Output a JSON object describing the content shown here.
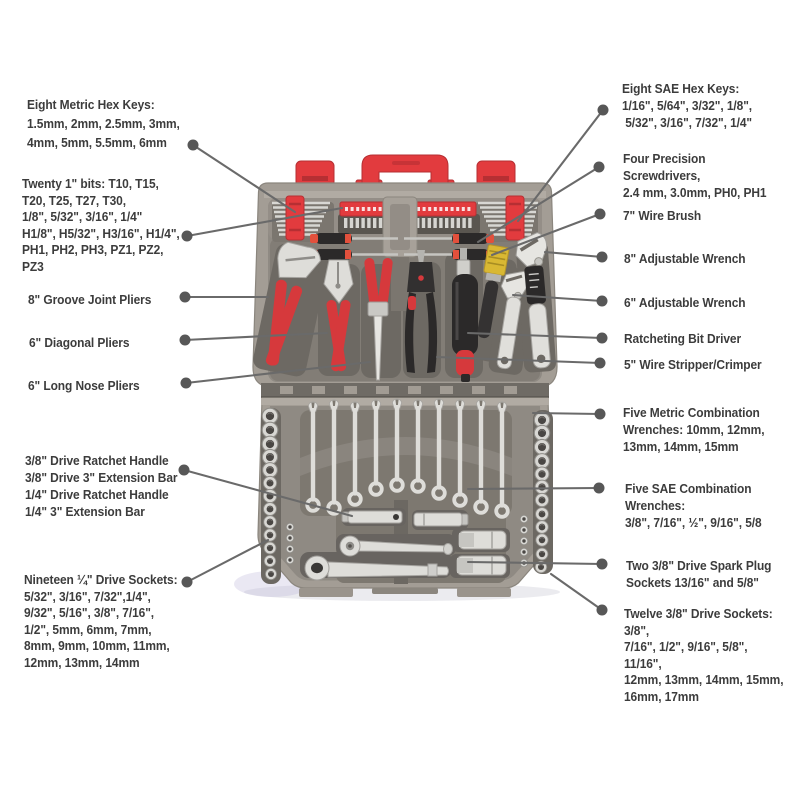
{
  "image": {
    "alt": "Opened household tool kit case with callout labels identifying each tool",
    "colors": {
      "background": "#ffffff",
      "label_text": "#3c3c3c",
      "leader_line": "#6a6a6a",
      "case_gray": "#a39d95",
      "foam_gray": "#8f8a83",
      "accent_red": "#e23b3e",
      "chrome": "#deddd9",
      "brush_yellow": "#d9b833"
    }
  },
  "callouts": {
    "left": [
      {
        "name": "metric-hex-keys",
        "text": "Eight Metric Hex Keys:\n1.5mm, 2mm, 2.5mm, 3mm,\n4mm, 5mm, 5.5mm, 6mm"
      },
      {
        "name": "twenty-bits",
        "text": "Twenty 1\" bits: T10, T15,\nT20, T25, T27, T30,\n1/8\", 5/32\", 3/16\", 1/4\"\nH1/8\", H5/32\", H3/16\", H1/4\",\nPH1, PH2, PH3, PZ1, PZ2,\nPZ3"
      },
      {
        "name": "groove-joint-pliers",
        "text": "8\" Groove Joint Pliers"
      },
      {
        "name": "diagonal-pliers",
        "text": "6\" Diagonal Pliers"
      },
      {
        "name": "long-nose-pliers",
        "text": "6\" Long Nose Pliers"
      },
      {
        "name": "ratchet-handles-extensions",
        "text": "3/8\" Drive Ratchet Handle\n3/8\" Drive 3\" Extension Bar\n1/4\" Drive Ratchet Handle\n1/4\" 3\" Extension Bar"
      },
      {
        "name": "quarter-drive-sockets",
        "text": "Nineteen ¼\" Drive Sockets:\n5/32\", 3/16\", 7/32\",1/4\",\n9/32\", 5/16\", 3/8\", 7/16\",\n1/2\", 5mm, 6mm, 7mm,\n8mm, 9mm, 10mm, 11mm,\n12mm, 13mm, 14mm"
      }
    ],
    "right": [
      {
        "name": "sae-hex-keys",
        "text": "Eight SAE Hex Keys:\n1/16\", 5/64\", 3/32\", 1/8\",\n 5/32\", 3/16\", 7/32\", 1/4\""
      },
      {
        "name": "precision-screwdrivers",
        "text": "Four Precision Screwdrivers,\n2.4 mm, 3.0mm, PH0, PH1"
      },
      {
        "name": "wire-brush",
        "text": "7\" Wire Brush"
      },
      {
        "name": "adjustable-wrench-8",
        "text": "8\" Adjustable Wrench"
      },
      {
        "name": "adjustable-wrench-6",
        "text": "6\" Adjustable Wrench"
      },
      {
        "name": "ratcheting-bit-driver",
        "text": "Ratcheting Bit Driver"
      },
      {
        "name": "wire-stripper-crimper",
        "text": "5\" Wire Stripper/Crimper"
      },
      {
        "name": "metric-combination-wrenches",
        "text": "Five Metric Combination\nWrenches: 10mm, 12mm,\n13mm, 14mm, 15mm"
      },
      {
        "name": "sae-combination-wrenches",
        "text": "Five SAE Combination\nWrenches:\n3/8\", 7/16\", ½\", 9/16\", 5/8"
      },
      {
        "name": "spark-plug-sockets",
        "text": "Two 3/8\" Drive Spark Plug\nSockets 13/16\" and 5/8\""
      },
      {
        "name": "twelve-drive-sockets",
        "text": "Twelve 3/8\" Drive Sockets: 3/8\",\n7/16\", 1/2\", 9/16\", 5/8\", 11/16\",\n12mm, 13mm, 14mm, 15mm,\n16mm, 17mm"
      }
    ]
  }
}
